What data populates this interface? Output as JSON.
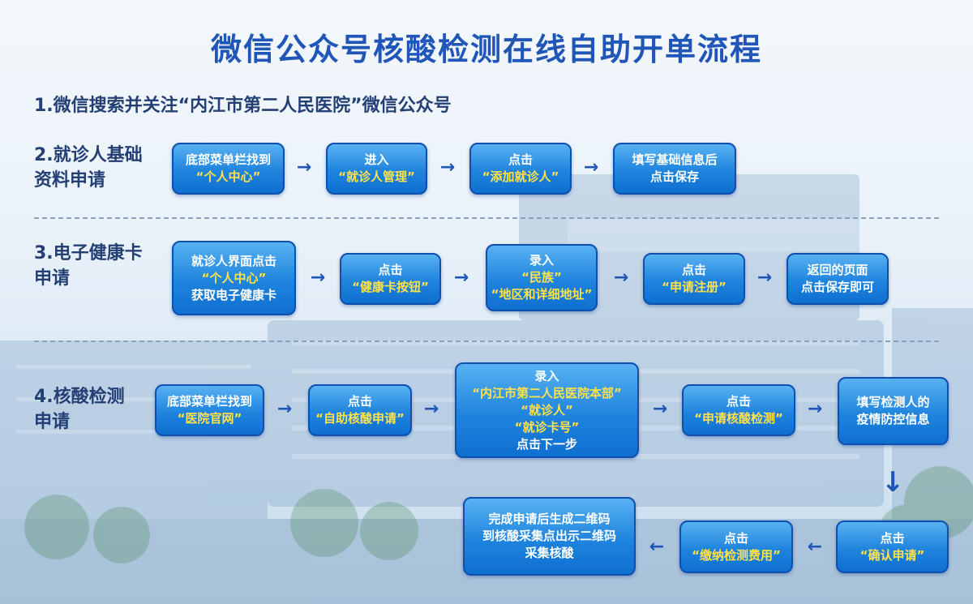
{
  "title": "微信公众号核酸检测在线自助开单流程",
  "step1": "1.微信搜索并关注“内江市第二人民医院”微信公众号",
  "step2": {
    "label": [
      "2.就诊人基础",
      "资料申请"
    ],
    "boxes": [
      [
        "底部菜单栏找到",
        "“个人中心”"
      ],
      [
        "进入",
        "“就诊人管理”"
      ],
      [
        "点击",
        "“添加就诊人”"
      ],
      [
        "填写基础信息后",
        "点击保存"
      ]
    ]
  },
  "step3": {
    "label": [
      "3.电子健康卡",
      "申请"
    ],
    "boxes": [
      [
        "就诊人界面点击",
        "“个人中心”",
        "获取电子健康卡"
      ],
      [
        "点击",
        "“健康卡按钮”"
      ],
      [
        "录入",
        "“民族”",
        "“地区和详细地址”"
      ],
      [
        "点击",
        "“申请注册”"
      ],
      [
        "返回的页面",
        "点击保存即可"
      ]
    ]
  },
  "step4": {
    "label": [
      "4.核酸检测",
      "申请"
    ],
    "boxes": [
      [
        "底部菜单栏找到",
        "“医院官网”"
      ],
      [
        "点击",
        "“自助核酸申请”"
      ],
      [
        "录入",
        "“内江市第二人民医院本部”",
        "“就诊人”",
        "“就诊卡号”",
        "点击下一步"
      ],
      [
        "点击",
        "“申请核酸检测”"
      ],
      [
        "填写检测人的",
        "疫情防控信息"
      ],
      [
        "点击",
        "“确认申请”"
      ],
      [
        "点击",
        "“缴纳检测费用”"
      ],
      [
        "完成申请后生成二维码",
        "到核酸采集点出示二维码",
        "采集核酸"
      ]
    ]
  },
  "icons": {
    "arrow_right": "→",
    "arrow_left": "←",
    "arrow_down": "↓"
  },
  "colors": {
    "title": "#1f56b8",
    "box": "#1f84de",
    "highlight": "#ffe14a"
  }
}
